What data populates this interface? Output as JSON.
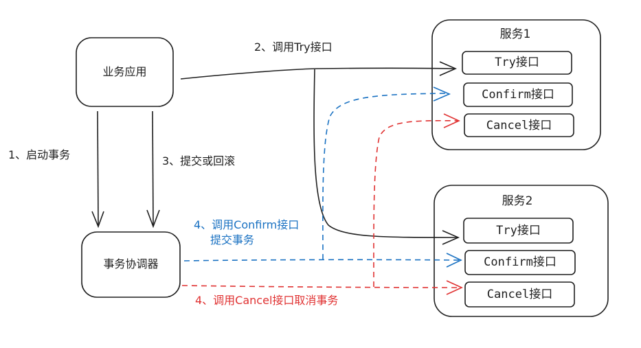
{
  "colors": {
    "ink": "#1e1e1e",
    "confirm": "#1971c2",
    "cancel": "#e03131"
  },
  "nodes": {
    "app": "业务应用",
    "coordinator": "事务协调器",
    "service1": {
      "title": "服务1",
      "try": "Try接口",
      "confirm": "Confirm接口",
      "cancel": "Cancel接口"
    },
    "service2": {
      "title": "服务2",
      "try": "Try接口",
      "confirm": "Confirm接口",
      "cancel": "Cancel接口"
    }
  },
  "edges": {
    "start_tx": "1、启动事务",
    "call_try": "2、调用Try接口",
    "commit_rollback": "3、提交或回滚",
    "confirm_line1": "4、调用Confirm接口",
    "confirm_line2": "提交事务",
    "cancel": "4、调用Cancel接口取消事务"
  }
}
